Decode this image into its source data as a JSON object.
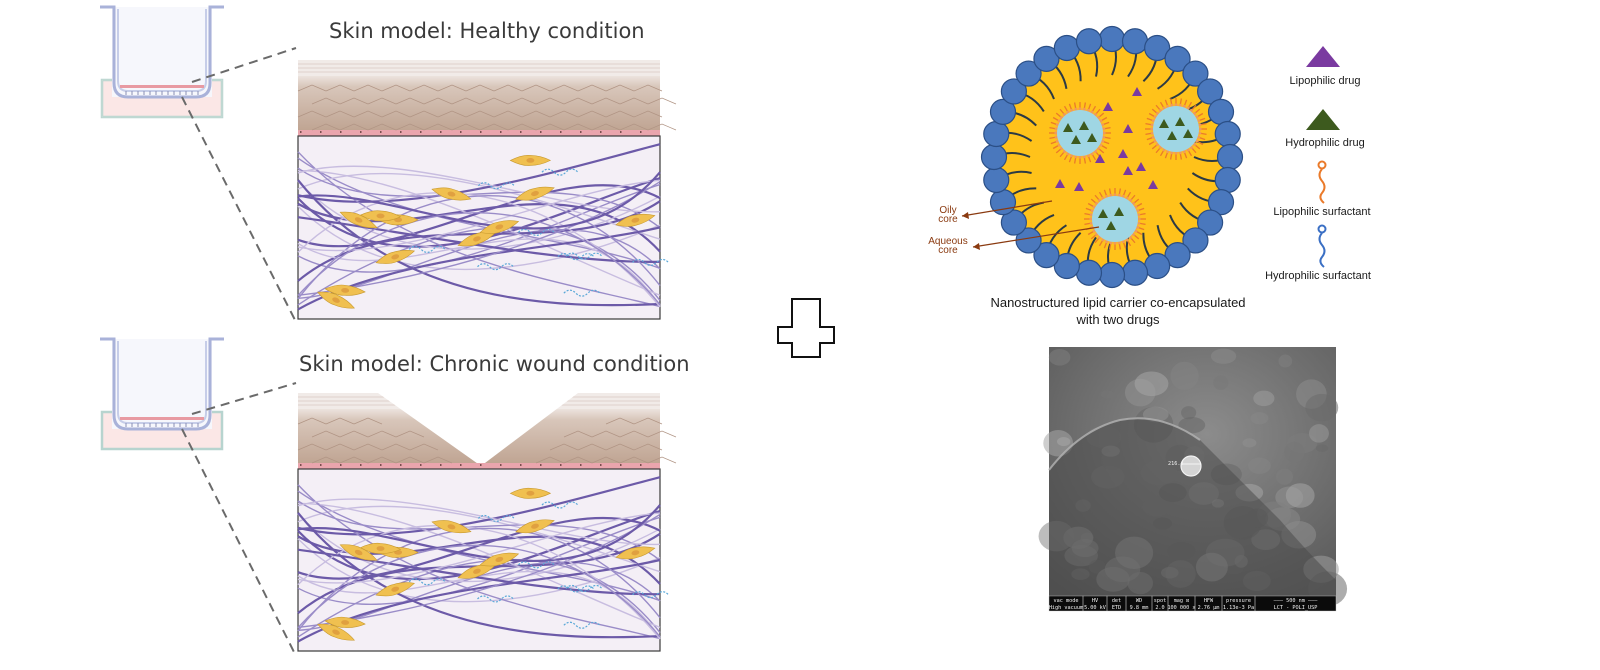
{
  "panels": {
    "healthy_title": "Skin model: Healthy condition",
    "wound_title": "Skin model: Chronic wound condition"
  },
  "nlc": {
    "caption_line1": "Nanostructured lipid carrier co-encapsulated",
    "caption_line2": "with two drugs",
    "oily_core_line1": "Oily",
    "oily_core_line2": "core",
    "aqueous_core_line1": "Aqueous",
    "aqueous_core_line2": "core",
    "legend": {
      "lipophilic_drug": "Lipophilic drug",
      "hydrophilic_drug": "Hydrophilic drug",
      "lipophilic_surfactant": "Lipophilic surfactant",
      "hydrophilic_surfactant": "Hydrophilic surfactant"
    }
  },
  "sem": {
    "scale_mark": "216.4",
    "headers": [
      "vac mode",
      "HV",
      "det",
      "WD",
      "spot",
      "mag ⊡",
      "HFW",
      "pressure",
      "——— 500 nm ———"
    ],
    "values": [
      "High vacuum",
      "5.00 kV",
      "ETD",
      "9.8 mm",
      "2.0",
      "100 000 x",
      "2.76 µm",
      "1.13e-3 Pa",
      "LCT - POLI_USP"
    ]
  },
  "colors": {
    "lipophilic_drug": "#7a3aa0",
    "hydrophilic_drug": "#3d5a1e",
    "lipophilic_surfactant": "#ea7a2a",
    "hydrophilic_surfactant": "#3a6fc4",
    "oily_core": "#ffc21a",
    "aqueous_core": "#9fd6e4",
    "shell_bead": "#4a78bd"
  }
}
